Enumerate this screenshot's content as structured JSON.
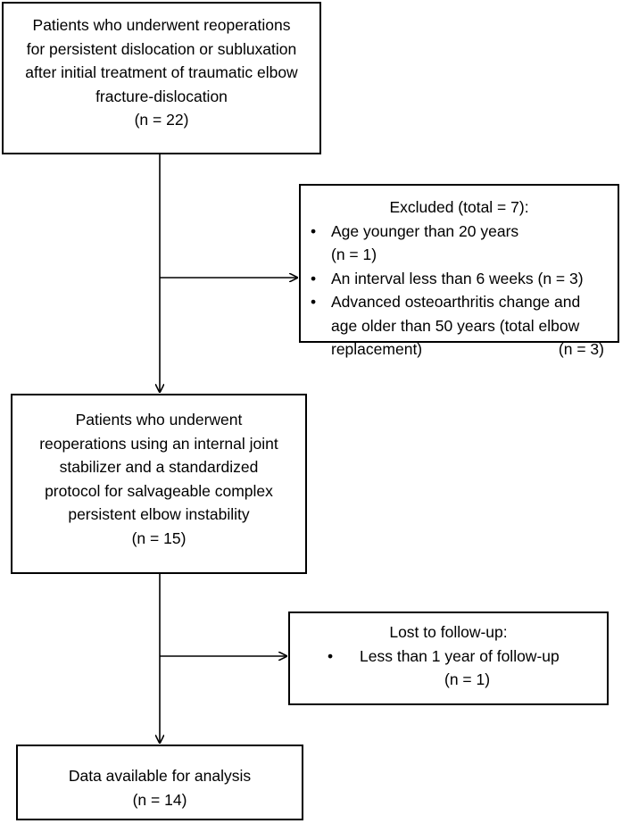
{
  "boxes": {
    "initial": {
      "lines": [
        "Patients who underwent reoperations",
        "for persistent dislocation or subluxation",
        "after initial treatment of traumatic elbow",
        "fracture-dislocation",
        "(n = 22)"
      ]
    },
    "excluded": {
      "title": "Excluded (total = 7):",
      "items": [
        {
          "lines": [
            "Age younger than 20 years",
            "(n = 1)"
          ]
        },
        {
          "lines": [
            "An interval less than 6 weeks (n = 3)"
          ]
        },
        {
          "lines": [
            "Advanced osteoarthritis change and",
            "age older than 50 years (total elbow"
          ],
          "last_left": "replacement)",
          "last_right": "(n = 3)"
        }
      ]
    },
    "reoperation": {
      "lines": [
        "Patients who underwent",
        "reoperations using an internal joint",
        "stabilizer and a standardized",
        "protocol for salvageable complex",
        "persistent elbow instability",
        "(n = 15)"
      ]
    },
    "lost": {
      "title": "Lost to follow-up:",
      "items": [
        {
          "text": "Less than 1 year of follow-up",
          "count": "(n = 1)"
        }
      ]
    },
    "analysis": {
      "lines": [
        "Data available for analysis",
        "(n = 14)"
      ]
    }
  },
  "bullet_symbol": "•"
}
